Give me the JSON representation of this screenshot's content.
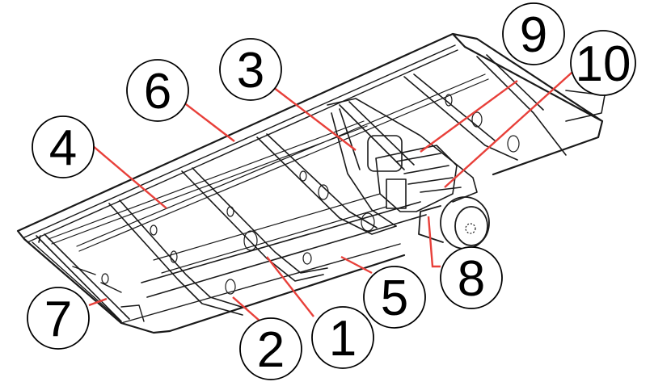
{
  "figure": {
    "callouts": [
      {
        "id": "1",
        "label": "1"
      },
      {
        "id": "2",
        "label": "2"
      },
      {
        "id": "3",
        "label": "3"
      },
      {
        "id": "4",
        "label": "4"
      },
      {
        "id": "5",
        "label": "5"
      },
      {
        "id": "6",
        "label": "6"
      },
      {
        "id": "7",
        "label": "7"
      },
      {
        "id": "8",
        "label": "8"
      },
      {
        "id": "9",
        "label": "9"
      },
      {
        "id": "10",
        "label": "10"
      }
    ],
    "colors": {
      "leader": "#e8403a",
      "linework": "#1a1a1a",
      "callout_border": "#000000",
      "background": "#ffffff"
    }
  }
}
